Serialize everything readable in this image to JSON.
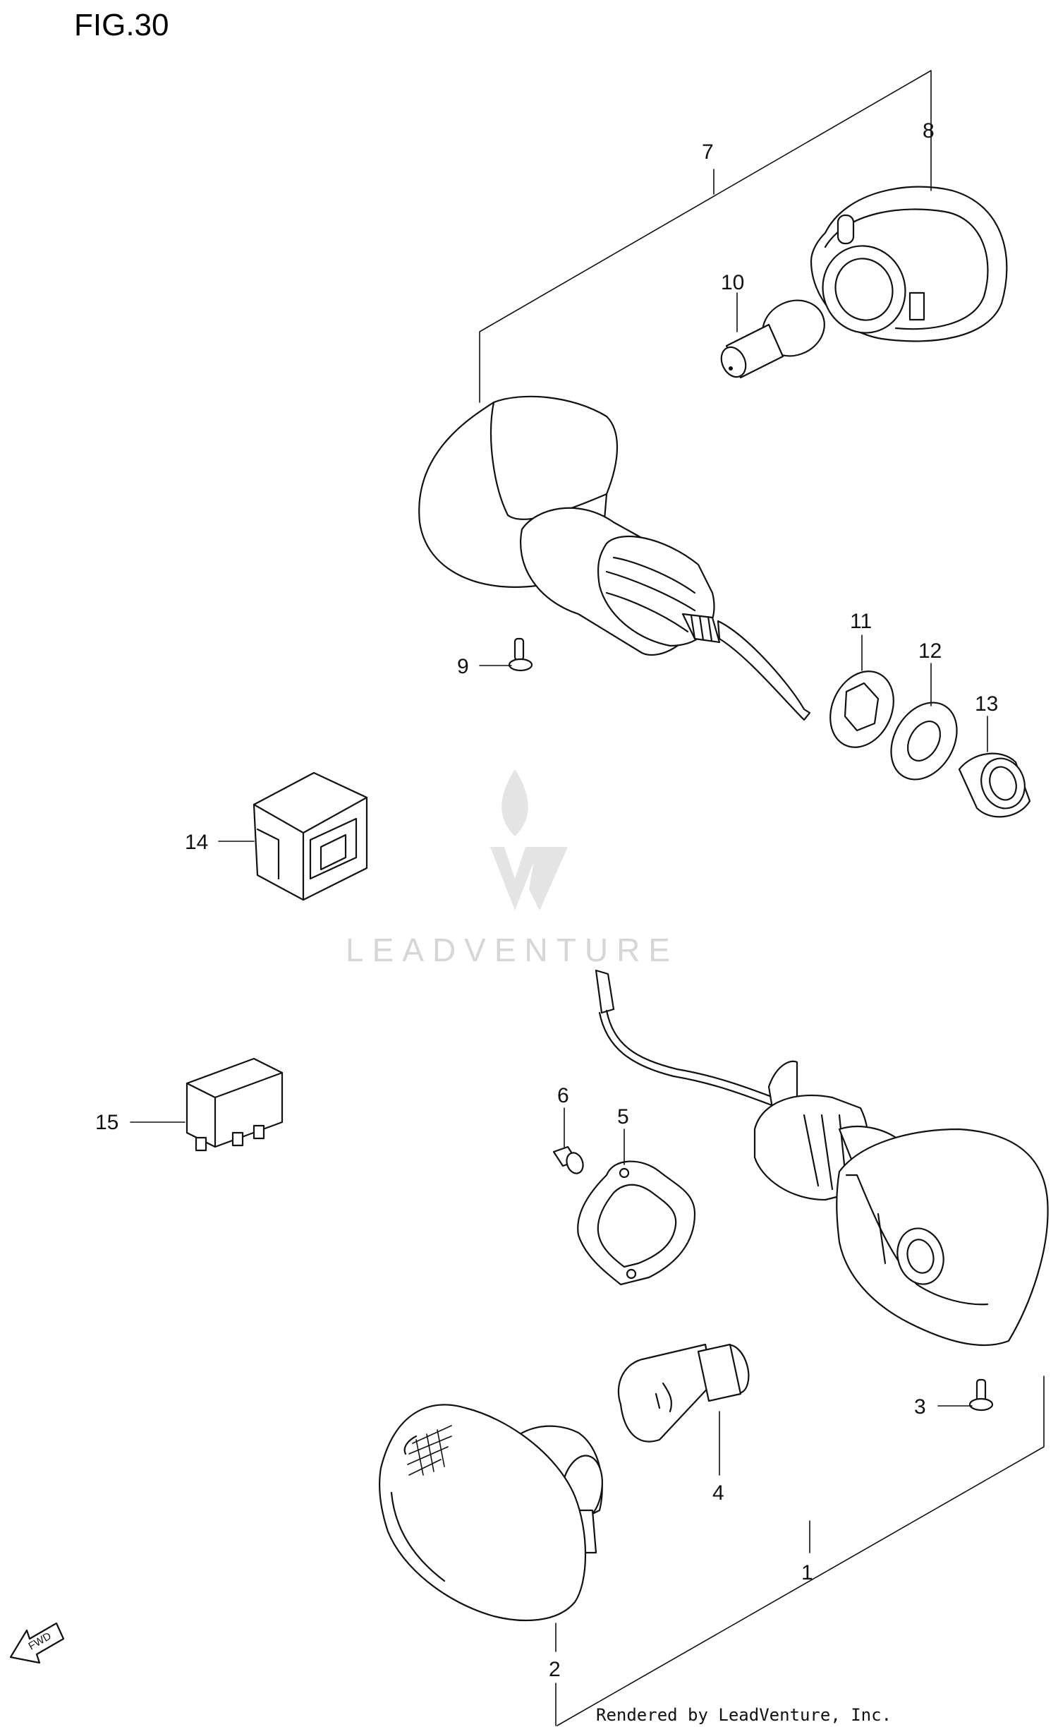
{
  "figure": {
    "title": "FIG.30",
    "credit": "Rendered by LeadVenture, Inc.",
    "watermark": "LEADVENTURE",
    "fwd_label": "FWD"
  },
  "callouts": {
    "c1": "1",
    "c2": "2",
    "c3": "3",
    "c4": "4",
    "c5": "5",
    "c6": "6",
    "c7": "7",
    "c8": "8",
    "c9": "9",
    "c10": "10",
    "c11": "11",
    "c12": "12",
    "c13": "13",
    "c14": "14",
    "c15": "15"
  },
  "colors": {
    "line": "#111111",
    "watermark": "#d6d6d6"
  }
}
